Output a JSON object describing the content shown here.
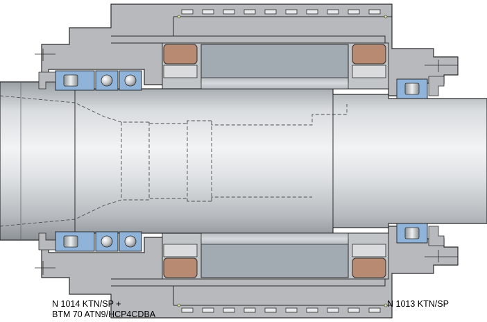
{
  "labels": {
    "front_bearing_line1": "N 1014 KTN/SP +",
    "front_bearing_line2": "BTM 70 ATN9/HCP4CDBA",
    "rear_bearing": "N 1013 KTN/SP"
  },
  "colors": {
    "housing": "#b7b9bc",
    "housing_dark": "#a3a6a9",
    "outline": "#2b2b2b",
    "shaft_light": "#e4e6e8",
    "shaft_mid": "#c5c8cb",
    "shaft_dark": "#8d9296",
    "bearing_blue": "#8fb3d9",
    "stator_core": "#a2aab2",
    "winding": "#b98a72",
    "rotor": "#c9cdd1",
    "coolant_slot": "#e9eaeb"
  }
}
